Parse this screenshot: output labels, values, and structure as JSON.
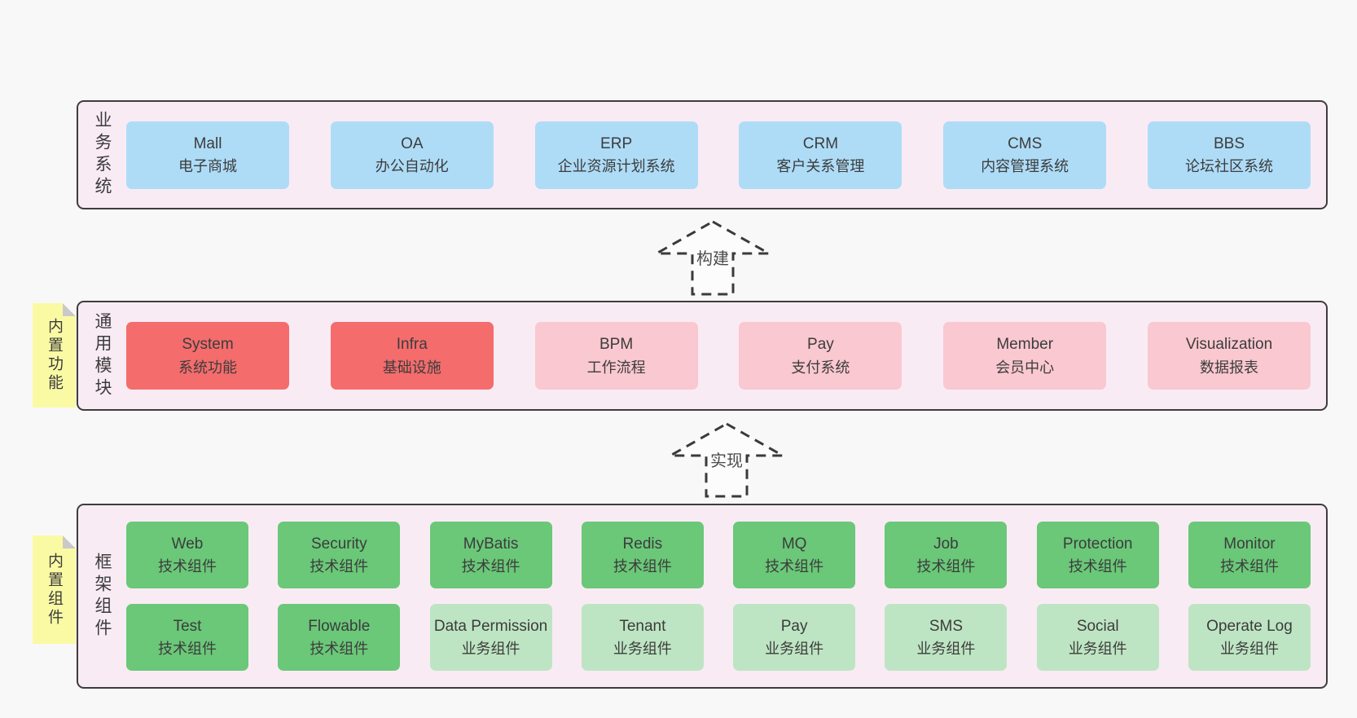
{
  "colors": {
    "page_bg": "#f8f8f8",
    "panel_bg": "#f9ebf4",
    "panel_border": "#3d3d3d",
    "blue_box": "#aedcf7",
    "red_box": "#f46c6c",
    "pink_box": "#fac8d0",
    "green_box": "#6ac878",
    "light_green_box": "#bee5c3",
    "note_yellow": "#fbfaa4",
    "note_fold_gray": "#c9c9c9",
    "text": "#3c3c3c"
  },
  "sections": {
    "business": {
      "label": "业务系统",
      "boxes": [
        {
          "en": "Mall",
          "zh": "电子商城"
        },
        {
          "en": "OA",
          "zh": "办公自动化"
        },
        {
          "en": "ERP",
          "zh": "企业资源计划系统"
        },
        {
          "en": "CRM",
          "zh": "客户关系管理"
        },
        {
          "en": "CMS",
          "zh": "内容管理系统"
        },
        {
          "en": "BBS",
          "zh": "论坛社区系统"
        }
      ]
    },
    "common": {
      "label": "通用模块",
      "note": "内置功能",
      "boxes": [
        {
          "en": "System",
          "zh": "系统功能"
        },
        {
          "en": "Infra",
          "zh": "基础设施"
        },
        {
          "en": "BPM",
          "zh": "工作流程"
        },
        {
          "en": "Pay",
          "zh": "支付系统"
        },
        {
          "en": "Member",
          "zh": "会员中心"
        },
        {
          "en": "Visualization",
          "zh": "数据报表"
        }
      ]
    },
    "framework": {
      "label": "框架组件",
      "note": "内置组件",
      "row1": [
        {
          "en": "Web",
          "zh": "技术组件"
        },
        {
          "en": "Security",
          "zh": "技术组件"
        },
        {
          "en": "MyBatis",
          "zh": "技术组件"
        },
        {
          "en": "Redis",
          "zh": "技术组件"
        },
        {
          "en": "MQ",
          "zh": "技术组件"
        },
        {
          "en": "Job",
          "zh": "技术组件"
        },
        {
          "en": "Protection",
          "zh": "技术组件"
        },
        {
          "en": "Monitor",
          "zh": "技术组件"
        }
      ],
      "row2": [
        {
          "en": "Test",
          "zh": "技术组件"
        },
        {
          "en": "Flowable",
          "zh": "技术组件"
        },
        {
          "en": "Data Permission",
          "zh": "业务组件"
        },
        {
          "en": "Tenant",
          "zh": "业务组件"
        },
        {
          "en": "Pay",
          "zh": "业务组件"
        },
        {
          "en": "SMS",
          "zh": "业务组件"
        },
        {
          "en": "Social",
          "zh": "业务组件"
        },
        {
          "en": "Operate Log",
          "zh": "业务组件"
        }
      ]
    }
  },
  "arrows": {
    "build": {
      "label": "构建"
    },
    "implement": {
      "label": "实现"
    }
  }
}
